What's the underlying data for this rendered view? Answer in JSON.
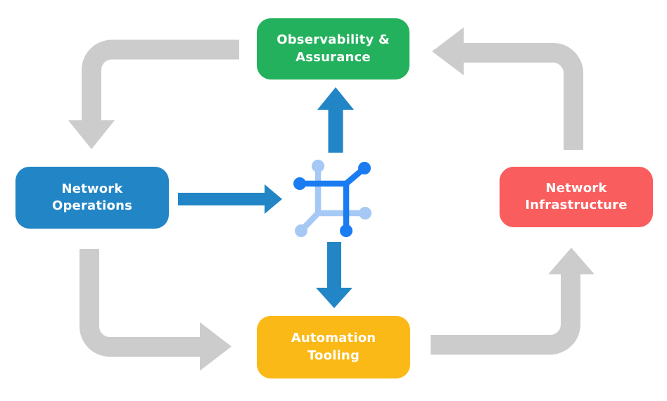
{
  "background": "#FFFFFF",
  "diagram": {
    "type": "cycle-flow",
    "text_color": "#FFFFFF",
    "nodes": {
      "top": {
        "line1": "Observability &",
        "line2": "Assurance",
        "color": "#24B15D"
      },
      "left": {
        "line1": "Network",
        "line2": "Operations",
        "color": "#2185C6"
      },
      "right": {
        "line1": "Network",
        "line2": "Infrastructure",
        "color": "#F95D5D"
      },
      "bottom": {
        "line1": "Automation",
        "line2": "Tooling",
        "color": "#FBB917"
      }
    },
    "center_icon": {
      "name": "network-automation-icon",
      "color_primary": "#1B7CF2",
      "color_secondary": "#A6C8F5"
    },
    "arrows": {
      "gray_color": "#CCCCCC",
      "blue_color": "#2185C6",
      "cycle": [
        {
          "name": "top-to-left",
          "from": "Observability & Assurance",
          "to": "Network Operations"
        },
        {
          "name": "left-to-bottom",
          "from": "Network Operations",
          "to": "Automation Tooling"
        },
        {
          "name": "bottom-to-right",
          "from": "Automation Tooling",
          "to": "Network Infrastructure"
        },
        {
          "name": "right-to-top",
          "from": "Network Infrastructure",
          "to": "Observability & Assurance"
        }
      ],
      "center": [
        {
          "name": "left-to-center",
          "from": "Network Operations",
          "to": "center-icon"
        },
        {
          "name": "center-to-top",
          "from": "center-icon",
          "to": "Observability & Assurance"
        },
        {
          "name": "center-to-bottom",
          "from": "center-icon",
          "to": "Automation Tooling"
        }
      ]
    }
  }
}
